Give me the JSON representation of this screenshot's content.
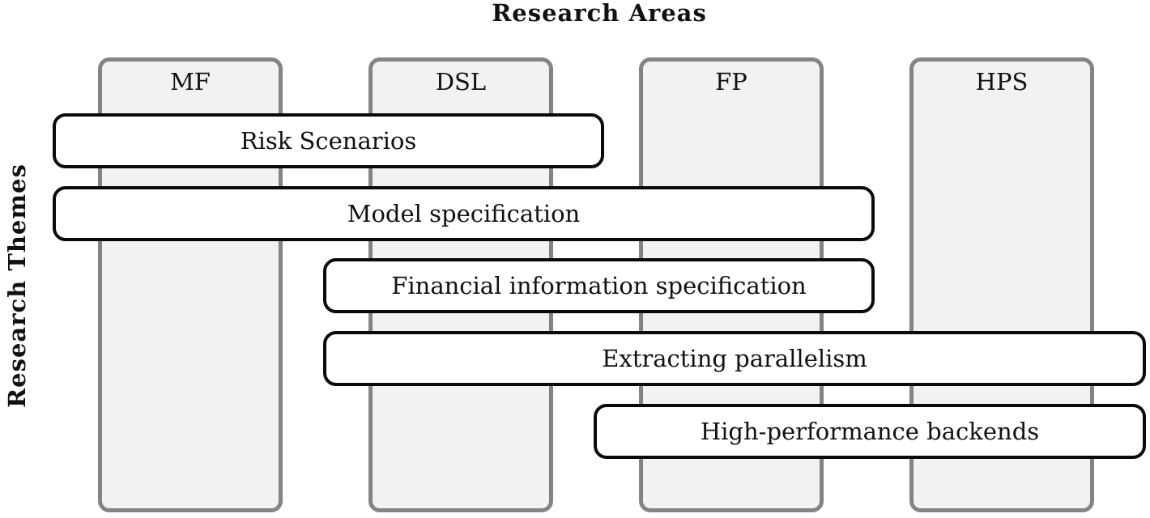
{
  "title": "Research Areas",
  "side_title": "Research Themes",
  "areas": [
    {
      "label": "MF"
    },
    {
      "label": "DSL"
    },
    {
      "label": "FP"
    },
    {
      "label": "HPS"
    }
  ],
  "themes": [
    {
      "label": "Risk Scenarios",
      "spans": [
        "MF",
        "DSL"
      ]
    },
    {
      "label": "Model specification",
      "spans": [
        "MF",
        "DSL",
        "FP"
      ]
    },
    {
      "label": "Financial information specification",
      "spans": [
        "DSL",
        "FP"
      ]
    },
    {
      "label": "Extracting parallelism",
      "spans": [
        "DSL",
        "FP",
        "HPS"
      ]
    },
    {
      "label": "High-performance backends",
      "spans": [
        "FP",
        "HPS"
      ]
    }
  ],
  "colors": {
    "area_fill": "#f2f2f2",
    "area_border": "#848484",
    "theme_fill": "#ffffff",
    "theme_border": "#0a0a0a"
  }
}
